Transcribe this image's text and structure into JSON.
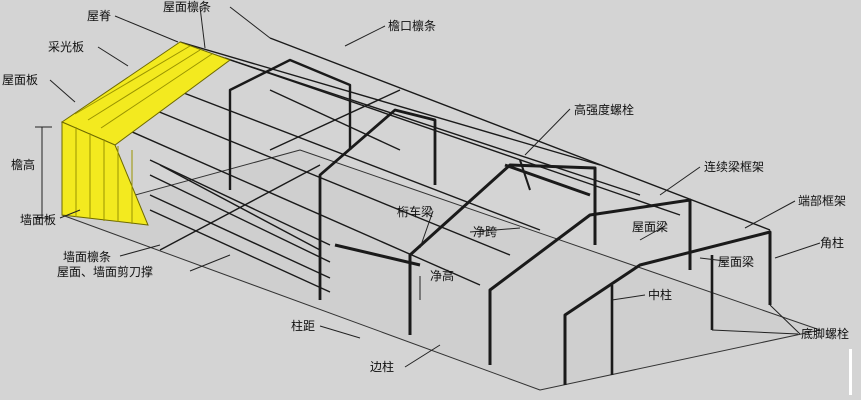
{
  "labels": {
    "roof_ridge": "屋脊",
    "roof_purlin": "屋面檩条",
    "eave_purlin": "檐口檩条",
    "skylight_panel": "采光板",
    "roof_panel": "屋面板",
    "eave_height": "檐高",
    "wall_panel": "墙面板",
    "wall_purlin": "墙面檩条",
    "bracing": "屋面、墙面剪刀撑",
    "high_strength_bolt": "高强度螺栓",
    "continuous_beam_frame": "连续梁框架",
    "end_frame": "端部框架",
    "corner_column": "角柱",
    "crane_beam": "桁车梁",
    "clear_span": "净跨",
    "clear_height": "净高",
    "roof_beam_1": "屋面梁",
    "roof_beam_2": "屋面梁",
    "middle_column": "中柱",
    "anchor_bolt": "底脚螺栓",
    "column_spacing": "柱距",
    "side_column": "边柱"
  },
  "colors": {
    "background": "#d4d4d4",
    "structure": "#1a1a1a",
    "panel_yellow": "#f3ea1f",
    "panel_line": "#9a9400"
  }
}
